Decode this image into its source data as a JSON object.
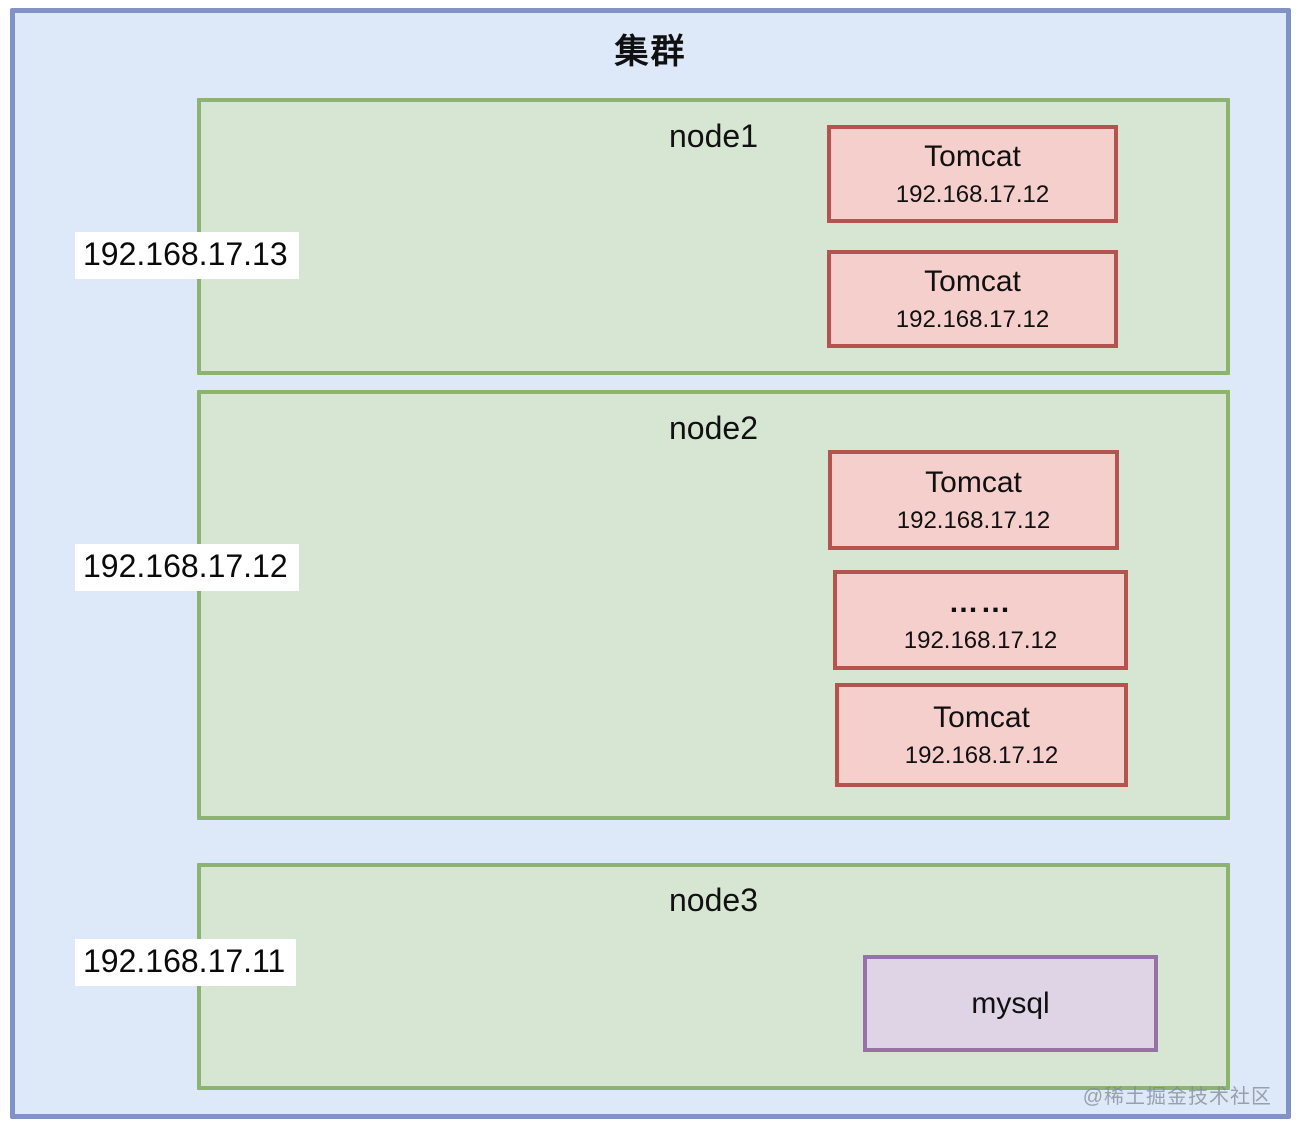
{
  "title": "集群",
  "watermark": "@稀土掘金技术社区",
  "colors": {
    "cluster_fill": "#dde8f8",
    "cluster_border": "#8093c4",
    "node_fill": "#d6e6d3",
    "node_border": "#8cb470",
    "tomcat_fill": "#f5cfcc",
    "tomcat_border": "#b5544f",
    "mysql_fill": "#ded4e5",
    "mysql_border": "#9673a6",
    "text": "#101010"
  },
  "nodes": [
    {
      "label": "node1",
      "host_ip": "192.168.17.13",
      "services": [
        {
          "type": "tomcat",
          "name": "Tomcat",
          "ip": "192.168.17.12"
        },
        {
          "type": "tomcat",
          "name": "Tomcat",
          "ip": "192.168.17.12"
        }
      ]
    },
    {
      "label": "node2",
      "host_ip": "192.168.17.12",
      "services": [
        {
          "type": "tomcat",
          "name": "Tomcat",
          "ip": "192.168.17.12"
        },
        {
          "type": "ellipsis",
          "name": "……",
          "ip": "192.168.17.12"
        },
        {
          "type": "tomcat",
          "name": "Tomcat",
          "ip": "192.168.17.12"
        }
      ]
    },
    {
      "label": "node3",
      "host_ip": "192.168.17.11",
      "services": [
        {
          "type": "mysql",
          "name": "mysql"
        }
      ]
    }
  ]
}
